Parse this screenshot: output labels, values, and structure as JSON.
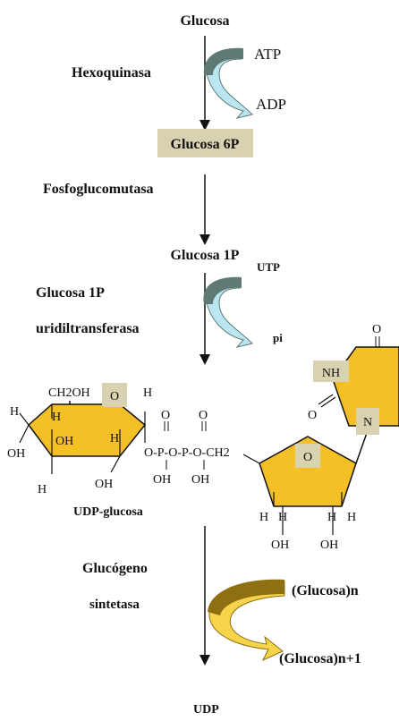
{
  "pathway": {
    "glucosa": "Glucosa",
    "hexoquinasa": "Hexoquinasa",
    "atp": "ATP",
    "adp": "ADP",
    "glucosa_6p": "Glucosa 6P",
    "fosfoglucomutasa": "Fosfoglucomutasa",
    "glucosa_1p": "Glucosa 1P",
    "utp": "UTP",
    "transferasa_line1": "Glucosa 1P",
    "transferasa_line2": "uridiltransferasa",
    "pi": "pi",
    "udp_glucosa": "UDP-glucosa",
    "glucogeno_sintetasa_line1": "Glucógeno",
    "glucogeno_sintetasa_line2": "sintetasa",
    "glucosa_n": "(Glucosa)n",
    "glucosa_n1": "(Glucosa)n+1",
    "udp": "UDP"
  },
  "structure": {
    "ch2oh": "CH2OH",
    "ring_o": "O",
    "h": "H",
    "oh": "OH",
    "o": "O",
    "n": "N",
    "nh": "NH",
    "phosphate_chain": "O-P-O-P-O-CH2"
  },
  "colors": {
    "ring_fill": "#F5C026",
    "label_box": "#D9D2B0",
    "arrow_dark": "#5F7A74",
    "arrow_light": "#B9E6F0",
    "arrow_gold_dark": "#8E6F12",
    "arrow_gold_light": "#F7D44A"
  }
}
